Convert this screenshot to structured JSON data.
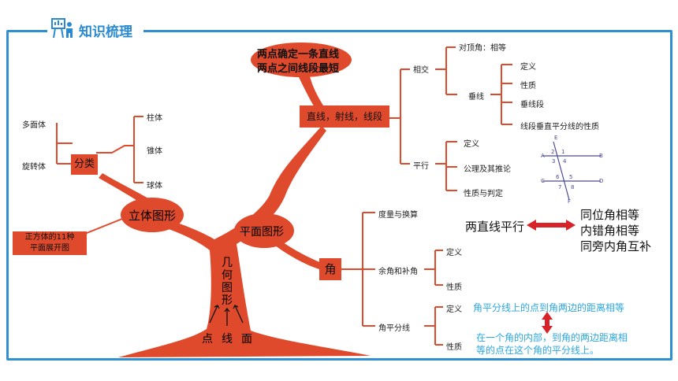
{
  "header": {
    "title": "知识梳理",
    "icon": "teacher-board-icon"
  },
  "colors": {
    "accent": "#e04a2c",
    "frame": "#2f8fd0",
    "cyan": "#2ba7e0",
    "red_arrow": "#d8222a"
  },
  "tree": {
    "root_label": "几何图形",
    "base_labels": {
      "dot": "点",
      "line": "线",
      "surface": "面"
    }
  },
  "left": {
    "solid": "立体图形",
    "classify": "分类",
    "polyhedron": "多面体",
    "revolution": "旋转体",
    "prism": "柱体",
    "cone": "锥体",
    "sphere": "球体",
    "cube_net_line1": "正方体的11种",
    "cube_net_line2": "平面展开图"
  },
  "plane": {
    "label": "平面图形",
    "bubble_line1": "两点确定一条直线",
    "bubble_line2": "两点之间线段最短",
    "lines_node": "直线，射线，线段",
    "intersect": "相交",
    "vertical_angles": "对顶角：相等",
    "perpendicular": "垂线",
    "perp_def": "定义",
    "perp_prop": "性质",
    "perp_segment": "垂线段",
    "perp_bisector": "线段垂直平分线的性质",
    "parallel": "平行",
    "para_def": "定义",
    "para_axiom": "公理及其推论",
    "para_prop": "性质与判定"
  },
  "figure": {
    "labels": {
      "E": "E",
      "A": "A",
      "B": "B",
      "C": "C",
      "D": "D",
      "F": "F",
      "n1": "1",
      "n2": "2",
      "n3": "3",
      "n4": "4",
      "n5": "5",
      "n6": "6",
      "n7": "7",
      "n8": "8"
    }
  },
  "parallel_rule": {
    "left": "两直线平行",
    "right1": "同位角相等",
    "right2": "内错角相等",
    "right3": "同旁内角互补"
  },
  "angle": {
    "label": "角",
    "measure": "度量与换算",
    "comp_supp": "余角和补角",
    "cs_def": "定义",
    "cs_prop": "性质",
    "bisector": "角平分线",
    "bis_def": "定义",
    "bis_prop": "性质",
    "bis_def_text": "角平分线上的点到角两边的距离相等",
    "bis_prop_text1": "在一个角的内部，到角的两边距离相",
    "bis_prop_text2": "等的点在这个角的平分线上。"
  }
}
